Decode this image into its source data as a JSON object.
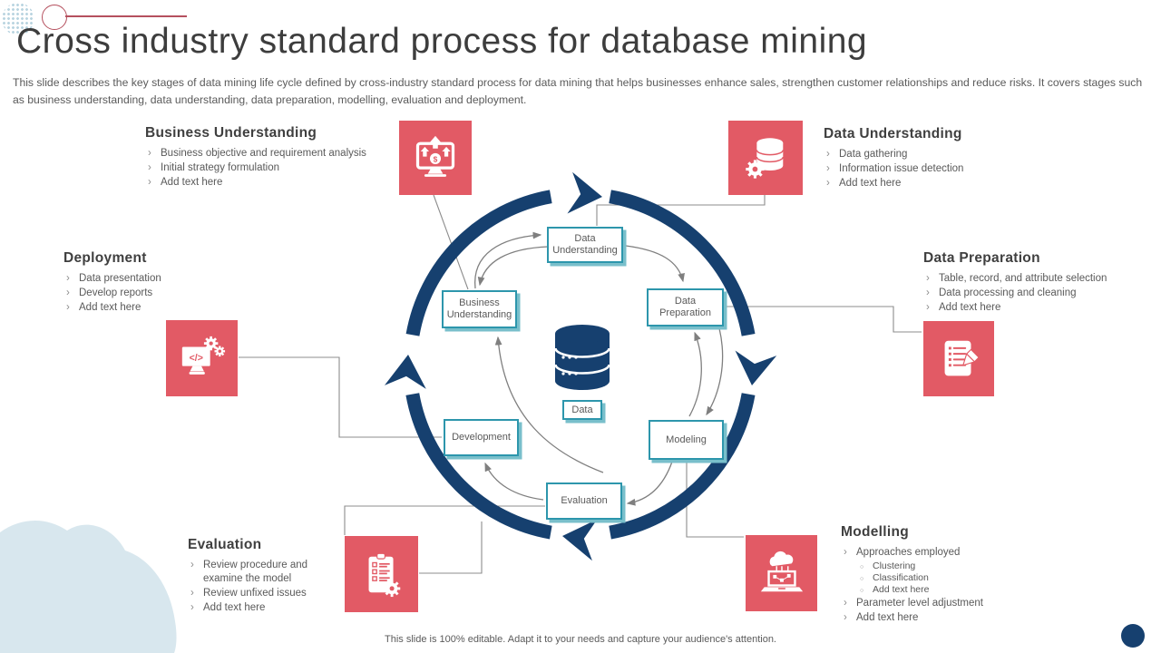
{
  "slide": {
    "title": "Cross industry standard process for database mining",
    "subtitle": "This slide describes the key stages of data mining life cycle defined by cross-industry standard process for data mining that helps businesses enhance sales, strengthen customer relationships and reduce risks. It covers stages such as business understanding, data understanding, data preparation, modelling, evaluation and deployment.",
    "footer": "This slide is 100% editable. Adapt it to your needs and capture your audience's attention."
  },
  "sections": {
    "business_understanding": {
      "title": "Business Understanding",
      "bullets": [
        "Business objective and requirement analysis",
        "Initial strategy formulation",
        "Add text here"
      ],
      "icon": "monitor-growth-icon"
    },
    "data_understanding": {
      "title": "Data Understanding",
      "bullets": [
        "Data gathering",
        "Information issue detection",
        "Add text here"
      ],
      "icon": "database-gear-icon"
    },
    "deployment": {
      "title": "Deployment",
      "bullets": [
        "Data presentation",
        "Develop reports",
        "Add text here"
      ],
      "icon": "monitor-code-gears-icon"
    },
    "data_preparation": {
      "title": "Data Preparation",
      "bullets": [
        "Table, record, and attribute selection",
        "Data processing and cleaning",
        "Add text here"
      ],
      "icon": "document-pencil-icon"
    },
    "evaluation": {
      "title": "Evaluation",
      "bullets": [
        "Review procedure and examine the model",
        "Review unfixed issues",
        "Add text here"
      ],
      "icon": "clipboard-gear-icon"
    },
    "modelling": {
      "title": "Modelling",
      "bullets": [
        "Approaches employed",
        "Parameter level adjustment",
        "Add text here"
      ],
      "sub_bullets": [
        "Clustering",
        "Classification",
        "Add text here"
      ],
      "icon": "laptop-cloud-icon"
    }
  },
  "diagram": {
    "nodes": {
      "data_understanding": "Data Understanding",
      "business_understanding": "Business Understanding",
      "data_preparation": "Data Preparation",
      "development": "Development",
      "modeling": "Modeling",
      "evaluation": "Evaluation",
      "data": "Data"
    }
  },
  "colors": {
    "accent_red": "#e25a65",
    "navy": "#16406f",
    "teal_border": "#2d96ac",
    "text_gray": "#595959",
    "light_blue_blob": "#d8e7ee"
  }
}
